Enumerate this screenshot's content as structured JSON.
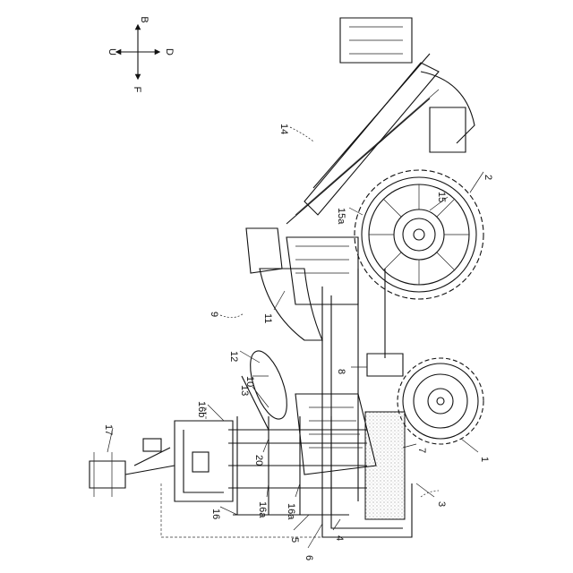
{
  "compass": {
    "up": "U",
    "down": "D",
    "back": "B",
    "front": "F"
  },
  "labels": {
    "l1": "1",
    "l2": "2",
    "l3": "3",
    "l4": "4",
    "l5": "5",
    "l6": "6",
    "l7": "7",
    "l8": "8",
    "l9": "9",
    "l10": "10",
    "l11": "11",
    "l12": "12",
    "l13": "13",
    "l14": "14",
    "l15": "15",
    "l15a": "15a",
    "l16": "16",
    "l16a_1": "16a",
    "l16a_2": "16a",
    "l16b": "16b",
    "l17": "17",
    "l20": "20"
  },
  "colors": {
    "ink": "#111111",
    "shade": "#bbbbbb"
  }
}
